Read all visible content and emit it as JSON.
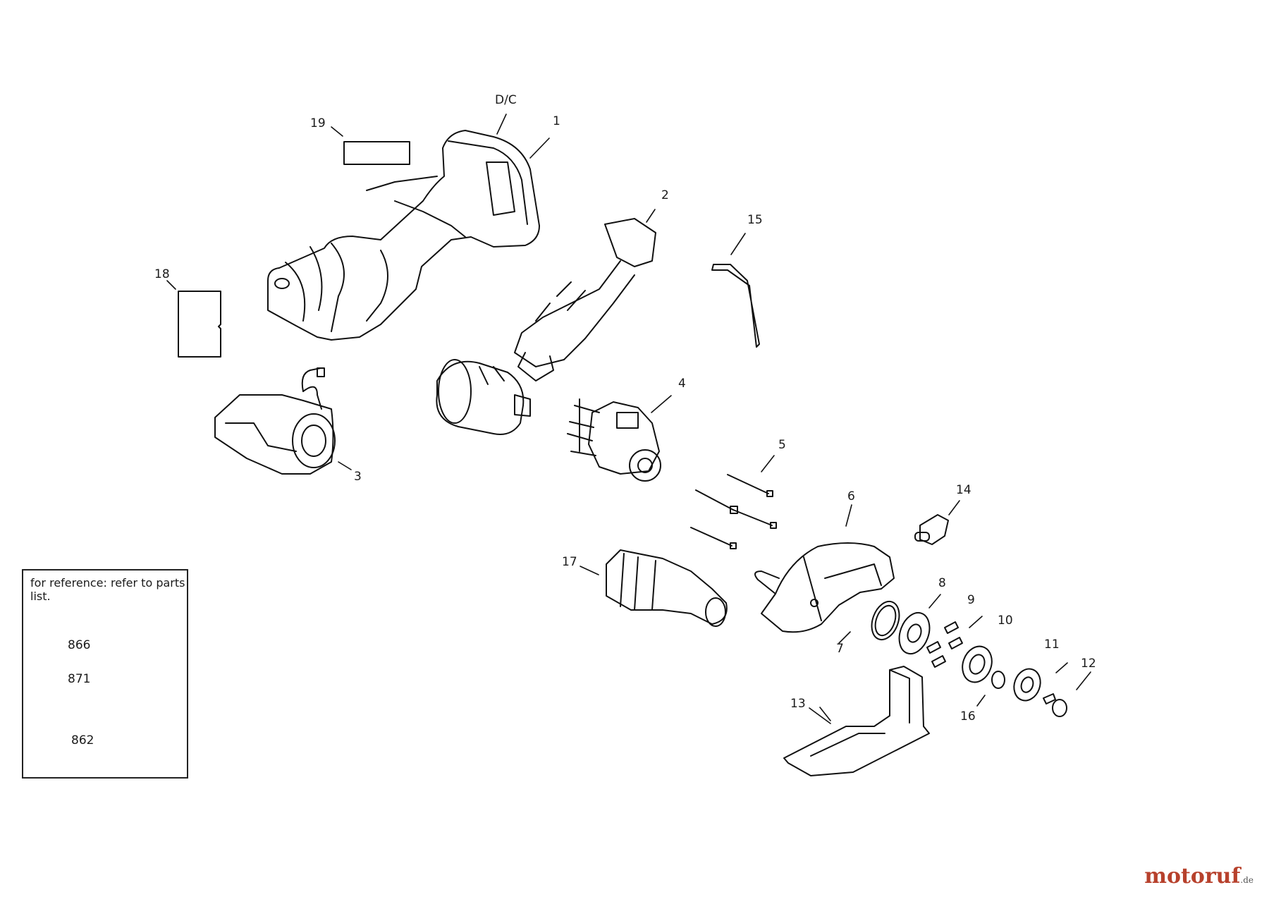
{
  "labels": {
    "dc": "D/C",
    "p1": "1",
    "p2": "2",
    "p3": "3",
    "p4": "4",
    "p5": "5",
    "p6": "6",
    "p7": "7",
    "p8": "8",
    "p9": "9",
    "p10": "10",
    "p11": "11",
    "p12": "12",
    "p13": "13",
    "p14": "14",
    "p15": "15",
    "p16": "16",
    "p17": "17",
    "p18": "18",
    "p19": "19"
  },
  "reference": {
    "title": "for reference: refer to parts list.",
    "items": [
      "866",
      "871",
      "862"
    ]
  },
  "watermark": {
    "text": "motoruf",
    "suffix": ".de",
    "color": "#b7412c"
  }
}
